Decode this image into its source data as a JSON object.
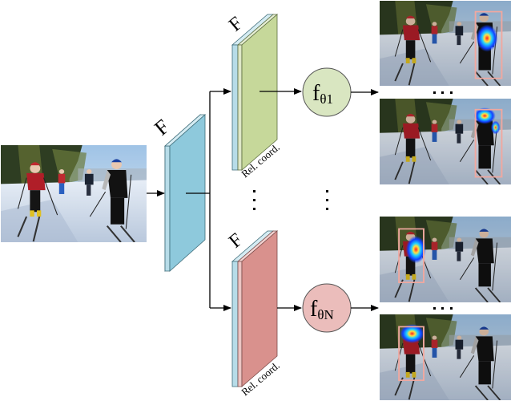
{
  "diagram": {
    "input_image": {
      "label": "input-image",
      "description": "cross-country skiers on snow"
    },
    "feature_map": {
      "label": "F",
      "color": "#8ec9dc"
    },
    "branches": [
      {
        "feature_label": "F",
        "coord_label": "Rel. coord.",
        "slab_color": "#c6d89a",
        "feature_color": "#b7dce8",
        "head_label": "f",
        "head_subscript": "θ1",
        "head_color": "#d9e6c1",
        "outputs": [
          "skier-right-body-heatmap",
          "skier-right-head-heatmap"
        ],
        "ellipsis": "· · ·"
      },
      {
        "feature_label": "F",
        "coord_label": "Rel. coord.",
        "slab_color": "#d9918d",
        "feature_color": "#b7dce8",
        "head_label": "f",
        "head_subscript": "θN",
        "head_color": "#ebbdbb",
        "outputs": [
          "skier-left-body-heatmap",
          "skier-left-head-heatmap"
        ],
        "ellipsis": "· · ·"
      }
    ],
    "vertical_ellipsis": "⋮",
    "box_color": "#f0a8a0",
    "arrow_color": "#000000"
  }
}
